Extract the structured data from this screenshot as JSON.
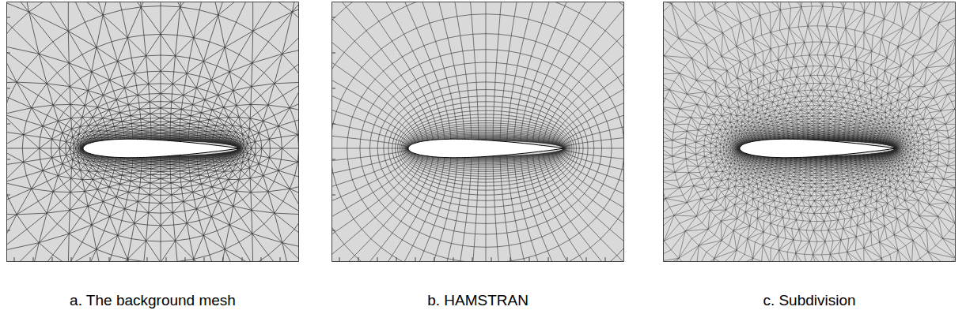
{
  "diagram": {
    "labels": [
      "a. The background mesh",
      "b. HAMSTRAN",
      "c. Subdivision"
    ]
  }
}
